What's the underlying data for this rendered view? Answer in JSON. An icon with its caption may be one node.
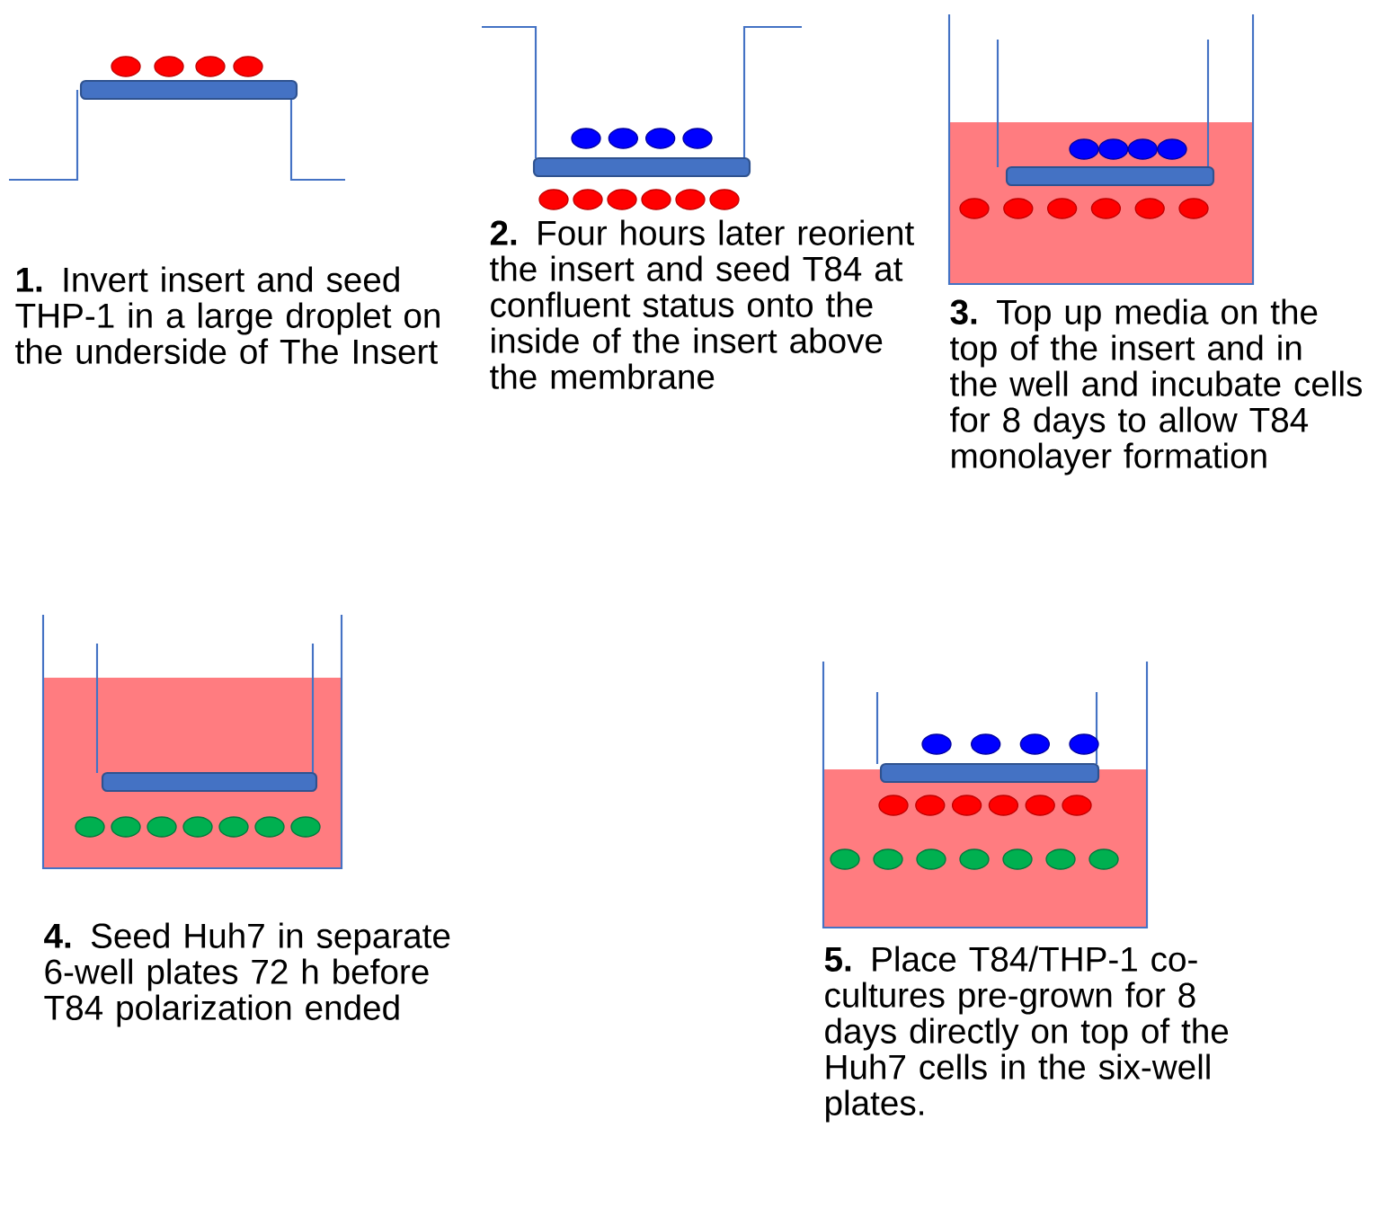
{
  "diagram": {
    "labels": [
      "**1.** Invert insert and seed THP-1 in a large droplet on the underside of The Insert",
      "**2.** Four hours later reorient the insert and seed T84 at confluent status onto the inside of the insert above the membrane",
      "**3.** Top up media on the top of the insert and in the well and incubate cells for 8 days to allow T84 monolayer formation",
      "**4.** Seed Huh7 in separate 6-well plates 72 h before T84 polarization ended",
      "**5.** Place T84/THP-1 co-cultures pre-grown for 8 days directly on top of the Huh7 cells in the six-well plates."
    ]
  }
}
